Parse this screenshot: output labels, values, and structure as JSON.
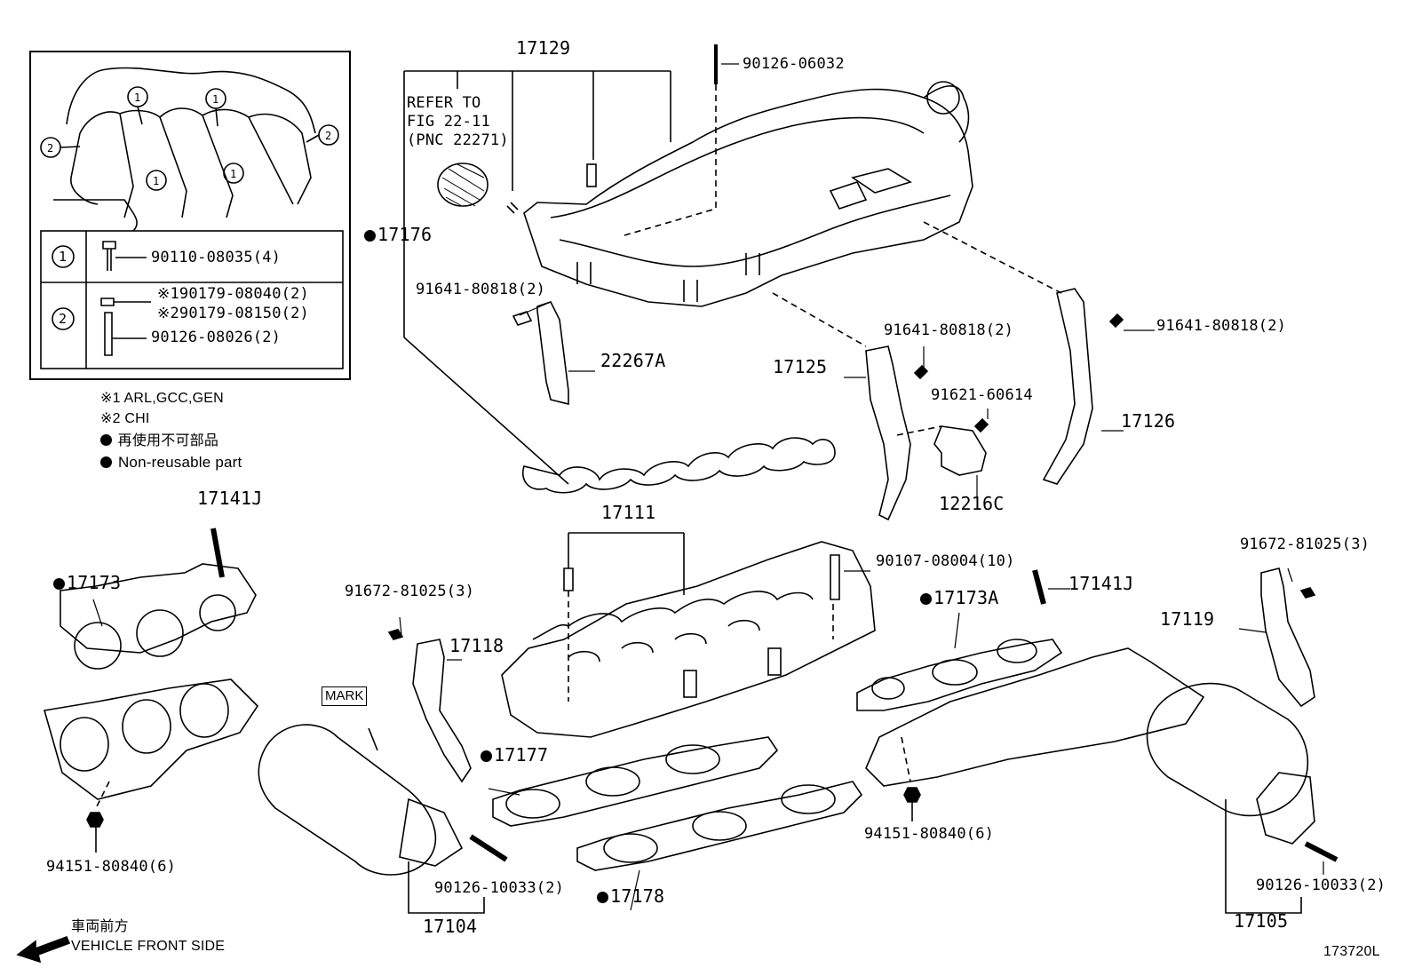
{
  "legend": {
    "row1_num": "1",
    "row1_part": "90110-08035(4)",
    "row2_num": "2",
    "row2_part_a": "※190179-08040(2)",
    "row2_part_b": "※290179-08150(2)",
    "row2_part_c": "90126-08026(2)",
    "inset_callouts": [
      "1",
      "1",
      "2",
      "1",
      "1",
      "2"
    ],
    "note1": "※1 ARL,GCC,GEN",
    "note2": "※2 CHI",
    "note3": "再使用不可部品",
    "note4": "Non-reusable part"
  },
  "parts": {
    "p17129": "17129",
    "p90126_06032": "90126-06032",
    "refer_line1": "REFER TO",
    "refer_line2": "FIG 22-11",
    "refer_line3": "(PNC 22271)",
    "p17176": "17176",
    "p91641_a": "91641-80818(2)",
    "p22267A": "22267A",
    "p91641_b": "91641-80818(2)",
    "p91641_c": "91641-80818(2)",
    "p17125": "17125",
    "p91621": "91621-60614",
    "p17126": "17126",
    "p12216C": "12216C",
    "p17141J_a": "17141J",
    "p17173": "17173",
    "p17111": "17111",
    "p91672_a": "91672-81025(3)",
    "p17118": "17118",
    "p90107": "90107-08004(10)",
    "p17141J_b": "17141J",
    "p17173A": "17173A",
    "p91672_b": "91672-81025(3)",
    "p17119": "17119",
    "mark": "MARK",
    "p17177": "17177",
    "p94151_a": "94151-80840(6)",
    "p90126_a": "90126-10033(2)",
    "p17104": "17104",
    "p17178": "17178",
    "p94151_b": "94151-80840(6)",
    "p90126_b": "90126-10033(2)",
    "p17105": "17105"
  },
  "footer": {
    "front_jp": "車両前方",
    "front_en": "VEHICLE FRONT SIDE",
    "figure_id": "173720L"
  }
}
